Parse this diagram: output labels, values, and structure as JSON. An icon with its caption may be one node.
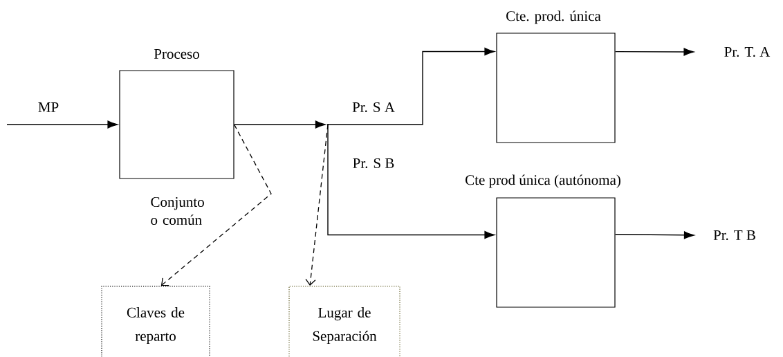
{
  "diagram": {
    "nodes": [
      {
        "text": [
          "Proceso"
        ]
      },
      {
        "text": [],
        "shape": "point"
      },
      {
        "text": [
          "Cte. prod. única"
        ]
      },
      {
        "text": [
          "Cte prod única (autónoma)"
        ]
      },
      {
        "text": [
          "Pr. T. A"
        ]
      },
      {
        "text": [
          "Pr. T B"
        ]
      },
      {
        "text": [
          "Claves de reparto"
        ]
      },
      {
        "text": [
          "Lugar de Separación"
        ]
      }
    ],
    "edges": [
      {
        "from": null,
        "to": 0,
        "arrow": "to",
        "label": "MP"
      },
      {
        "from": 0,
        "to": 1,
        "arrow": "to"
      },
      {
        "from": 1,
        "to": 2,
        "arrow": "to",
        "label": "Pr. S A"
      },
      {
        "from": 1,
        "to": 3,
        "arrow": "to",
        "label": "Pr. S B"
      },
      {
        "from": 2,
        "to": 4,
        "arrow": "to"
      },
      {
        "from": 3,
        "to": 5,
        "arrow": "to"
      },
      {
        "from": 0,
        "to": 6,
        "arrow": "to",
        "style": "dashed"
      },
      {
        "from": 1,
        "to": 7,
        "arrow": "to",
        "style": "dashed"
      }
    ],
    "labels": [
      "Conjunto o común"
    ]
  }
}
